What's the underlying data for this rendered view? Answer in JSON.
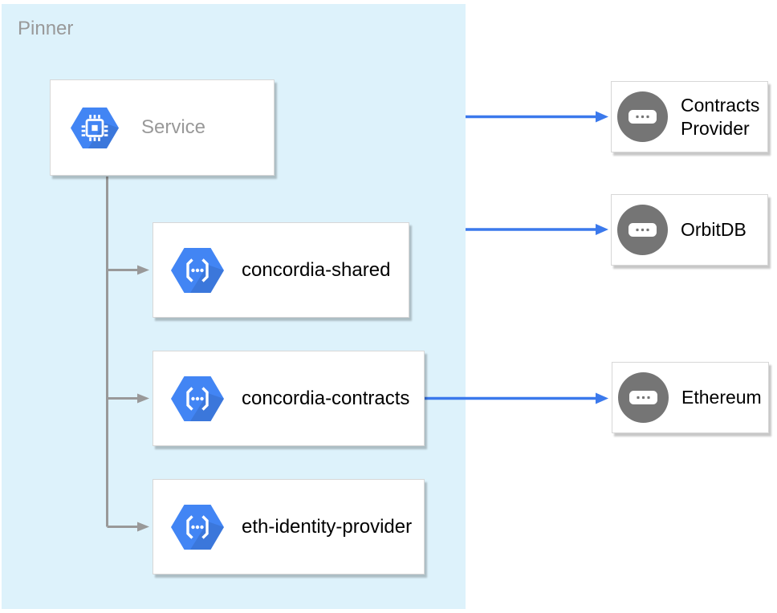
{
  "diagram": {
    "container": {
      "label": "Pinner"
    },
    "nodes": {
      "service": {
        "label": "Service",
        "icon": "chip-hexagon-icon",
        "text_color": "#999999"
      },
      "concordia_shared": {
        "label": "concordia-shared",
        "icon": "code-hexagon-icon",
        "text_color": "#000000"
      },
      "concordia_contracts": {
        "label": "concordia-contracts",
        "icon": "code-hexagon-icon",
        "text_color": "#000000"
      },
      "eth_identity_provider": {
        "label": "eth-identity-provider",
        "icon": "code-hexagon-icon",
        "text_color": "#000000"
      },
      "contracts_provider": {
        "label": "Contracts Provider",
        "icon": "api-circle-icon",
        "text_color": "#000000"
      },
      "orbitdb": {
        "label": "OrbitDB",
        "icon": "api-circle-icon",
        "text_color": "#000000"
      },
      "ethereum": {
        "label": "Ethereum",
        "icon": "api-circle-icon",
        "text_color": "#000000"
      }
    },
    "edges": [
      {
        "from": "service",
        "to": "contracts_provider",
        "style": "blue-arrow"
      },
      {
        "from": "service",
        "to": "orbitdb",
        "style": "blue-arrow"
      },
      {
        "from": "concordia_contracts",
        "to": "ethereum",
        "style": "blue-arrow"
      },
      {
        "from": "service",
        "to": "concordia_shared",
        "style": "gray-tree-arrow"
      },
      {
        "from": "service",
        "to": "concordia_contracts",
        "style": "gray-tree-arrow"
      },
      {
        "from": "service",
        "to": "eth_identity_provider",
        "style": "gray-tree-arrow"
      }
    ],
    "colors": {
      "zone_fill": "#DDF2FB",
      "hexagon_blue": "#4285F4",
      "arrow_blue": "#3B79EC",
      "tree_gray": "#999999",
      "api_icon_gray": "#757575",
      "muted_text": "#999999",
      "node_text": "#000000",
      "node_border": "#d7d7d7"
    }
  }
}
